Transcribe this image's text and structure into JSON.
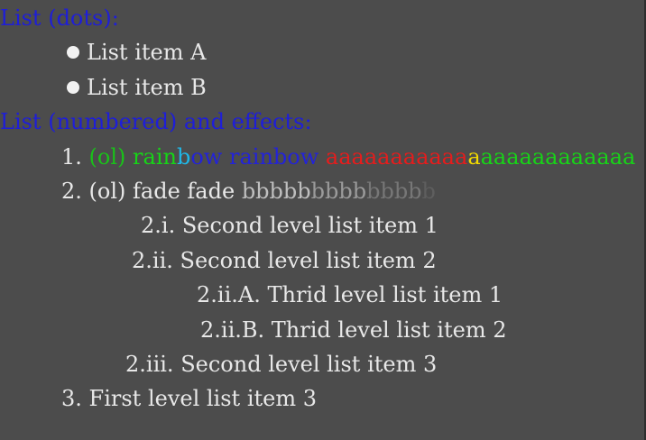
{
  "sections": {
    "dots_heading": "List (dots):",
    "numbered_heading": "List (numbered) and effects:"
  },
  "dots_list": [
    "List item A",
    "List item B"
  ],
  "numbered": {
    "item1": {
      "marker": "1.",
      "prefix": "(ol)",
      "rainbow_parts": [
        "rain",
        "b",
        "ow",
        "rainbow"
      ],
      "red_run": "aaaaaaaaaaa",
      "yellow_char": "a",
      "green_run": "aaaaaaaaaaaa"
    },
    "item2": {
      "marker": "2.",
      "text": "(ol) fade fade",
      "fade_parts": [
        "bbbbb",
        "bbbb",
        "bbbb",
        "b"
      ]
    },
    "item2_i": {
      "marker": "2.i.",
      "text": "Second level list item 1"
    },
    "item2_ii": {
      "marker": "2.ii.",
      "text": "Second level list item 2"
    },
    "item2_ii_A": {
      "marker": "2.ii.A.",
      "text": "Thrid level list item 1"
    },
    "item2_ii_B": {
      "marker": "2.ii.B.",
      "text": "Thrid level list item 2"
    },
    "item2_iii": {
      "marker": "2.iii.",
      "text": "Second level list item 3"
    },
    "item3": {
      "marker": "3.",
      "text": "First level list item 3"
    }
  },
  "colors": {
    "background": "#4c4c4c",
    "heading": "#1e1ed8",
    "rainbow_green": "#19c219",
    "rainbow_cyan": "#1fb8e8",
    "rainbow_blue": "#2323d8",
    "red": "#e61c1c",
    "yellow": "#f1d900"
  }
}
